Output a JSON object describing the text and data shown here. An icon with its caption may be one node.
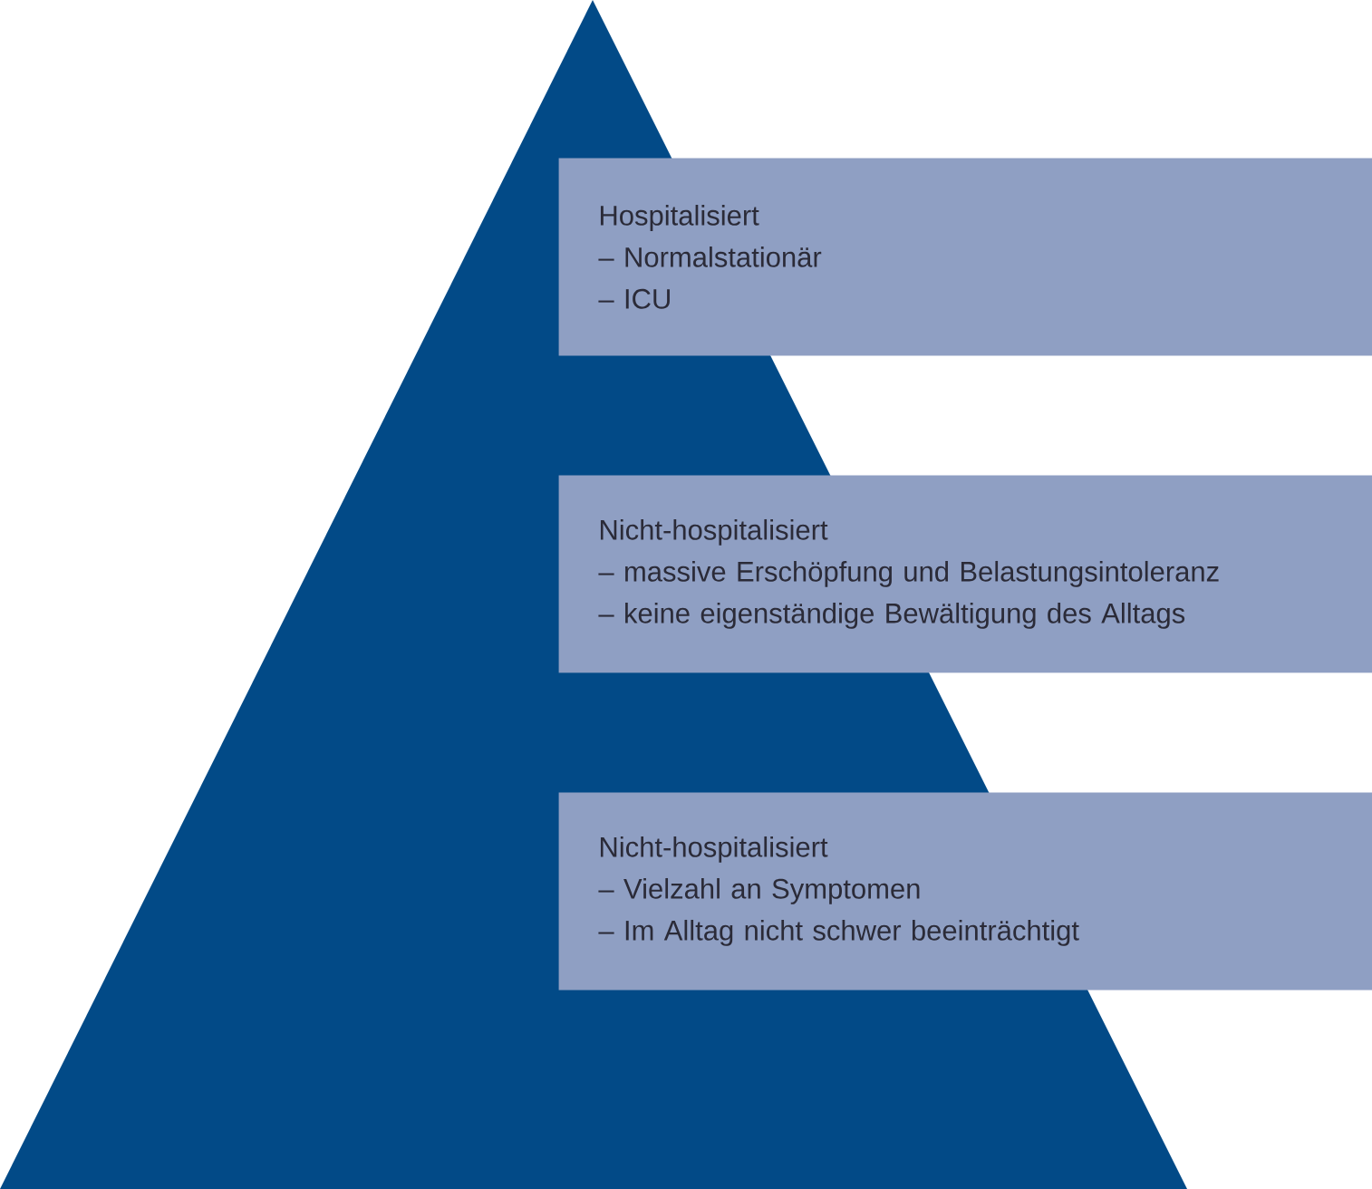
{
  "diagram": {
    "nodes": [
      {
        "text": [
          "Hospitalisiert",
          "– Normalstationär",
          "– ICU"
        ]
      },
      {
        "text": [
          "Nicht-hospitalisiert",
          "– massive Erschöpfung und Belastungsintoleranz",
          "– keine eigenständige Bewältigung des Alltags"
        ]
      },
      {
        "text": [
          "Nicht-hospitalisiert",
          "– Vielzahl an Symptomen",
          "– Im Alltag nicht schwer beeinträchtigt"
        ]
      }
    ]
  }
}
